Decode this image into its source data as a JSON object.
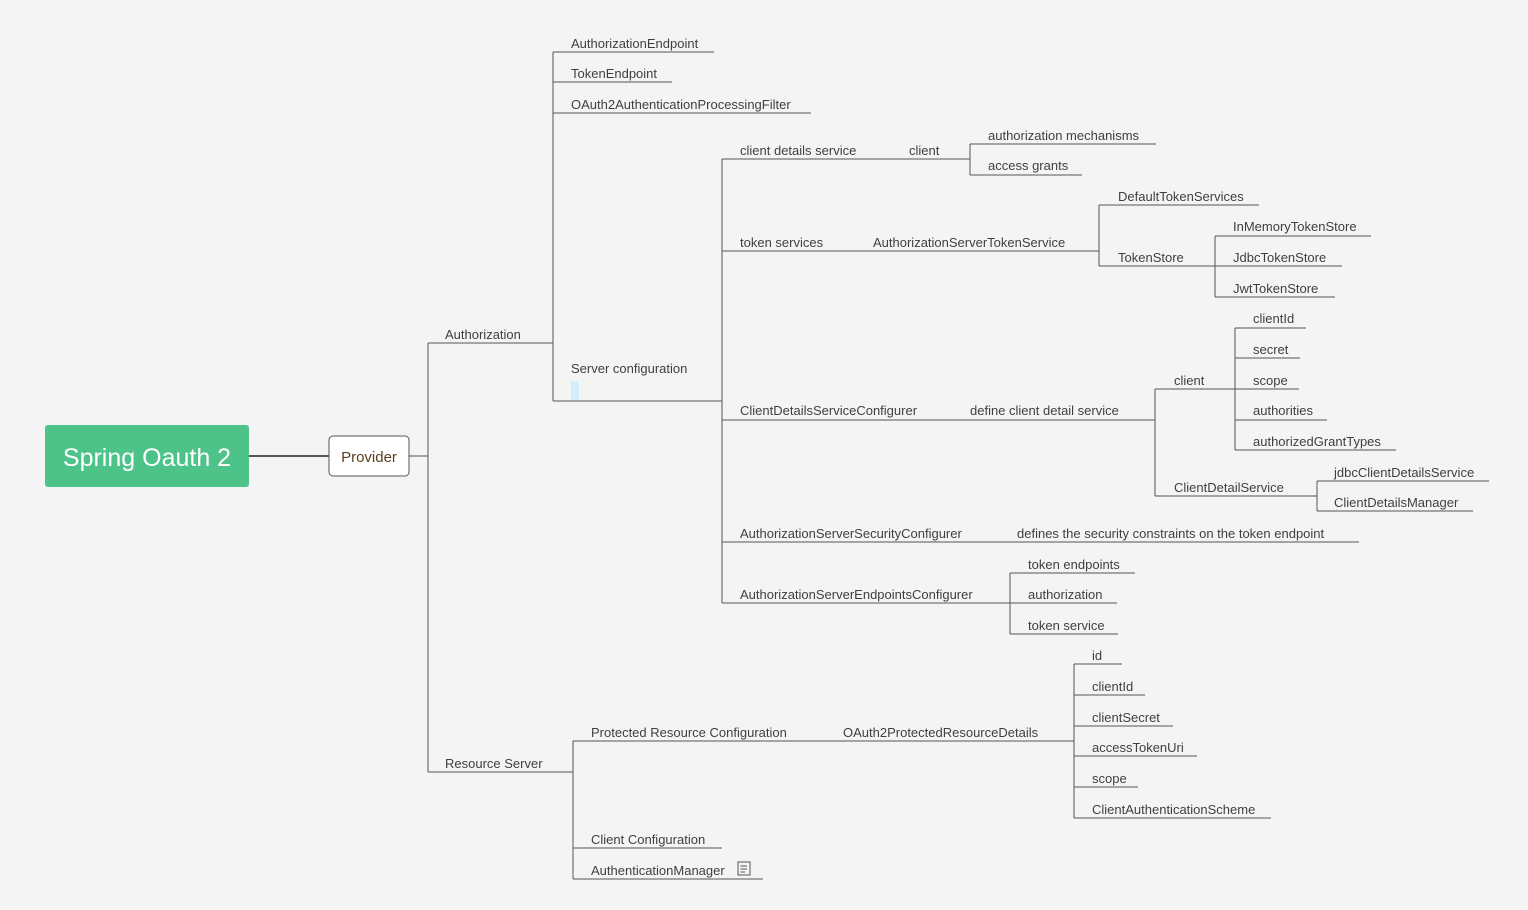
{
  "root": {
    "label": "Spring Oauth 2",
    "color": "#4dc389"
  },
  "provider": {
    "label": "Provider"
  },
  "authorization": {
    "label": "Authorization",
    "endpoints": [
      "AuthorizationEndpoint",
      "TokenEndpoint",
      "OAuth2AuthenticationProcessingFilter"
    ],
    "server_configuration": {
      "label": "Server configuration",
      "client_details_service": {
        "label": "client details service",
        "client": {
          "label": "client",
          "children": [
            "authorization mechanisms",
            "access grants"
          ]
        }
      },
      "token_services": {
        "label": "token services",
        "impl": {
          "label": "AuthorizationServerTokenService",
          "default": "DefaultTokenServices",
          "token_store": {
            "label": "TokenStore",
            "children": [
              "InMemoryTokenStore",
              "JdbcTokenStore",
              "JwtTokenStore"
            ]
          }
        }
      },
      "client_details_configurer": {
        "label": "ClientDetailsServiceConfigurer",
        "define": {
          "label": "define client detail service",
          "client": {
            "label": "client",
            "children": [
              "clientId",
              "secret",
              "scope",
              "authorities",
              "authorizedGrantTypes"
            ]
          },
          "client_detail_service": {
            "label": "ClientDetailService",
            "children": [
              "jdbcClientDetailsService",
              "ClientDetailsManager"
            ]
          }
        }
      },
      "security_configurer": {
        "label": "AuthorizationServerSecurityConfigurer",
        "note": "defines the security constraints on the token endpoint"
      },
      "endpoints_configurer": {
        "label": "AuthorizationServerEndpointsConfigurer",
        "children": [
          "token endpoints",
          "authorization",
          "token service"
        ]
      }
    }
  },
  "resource_server": {
    "label": "Resource Server",
    "protected": {
      "label": "Protected Resource Configuration",
      "details": {
        "label": "OAuth2ProtectedResourceDetails",
        "children": [
          "id",
          "clientId",
          "clientSecret",
          "accessTokenUri",
          "scope",
          "ClientAuthenticationScheme"
        ]
      }
    },
    "client_configuration": "Client Configuration",
    "authentication_manager": "AuthenticationManager"
  },
  "icons": {
    "note": "note-icon"
  }
}
